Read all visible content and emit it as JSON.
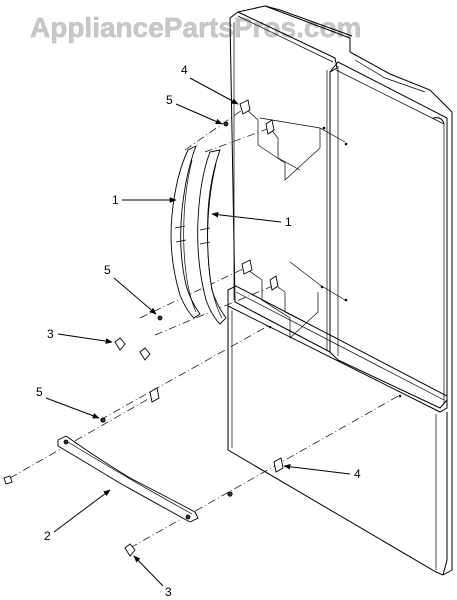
{
  "watermark": "AppliancePartsPros.com",
  "callouts": {
    "top_4": "4",
    "top_5": "5",
    "left_1": "1",
    "right_1": "1",
    "mid_5": "5",
    "mid_3": "3",
    "low_5": "5",
    "right_4": "4",
    "left_2": "2",
    "bottom_3": "3"
  },
  "colors": {
    "line": "#000000",
    "watermark": "#c8c8c8",
    "background": "#ffffff"
  }
}
